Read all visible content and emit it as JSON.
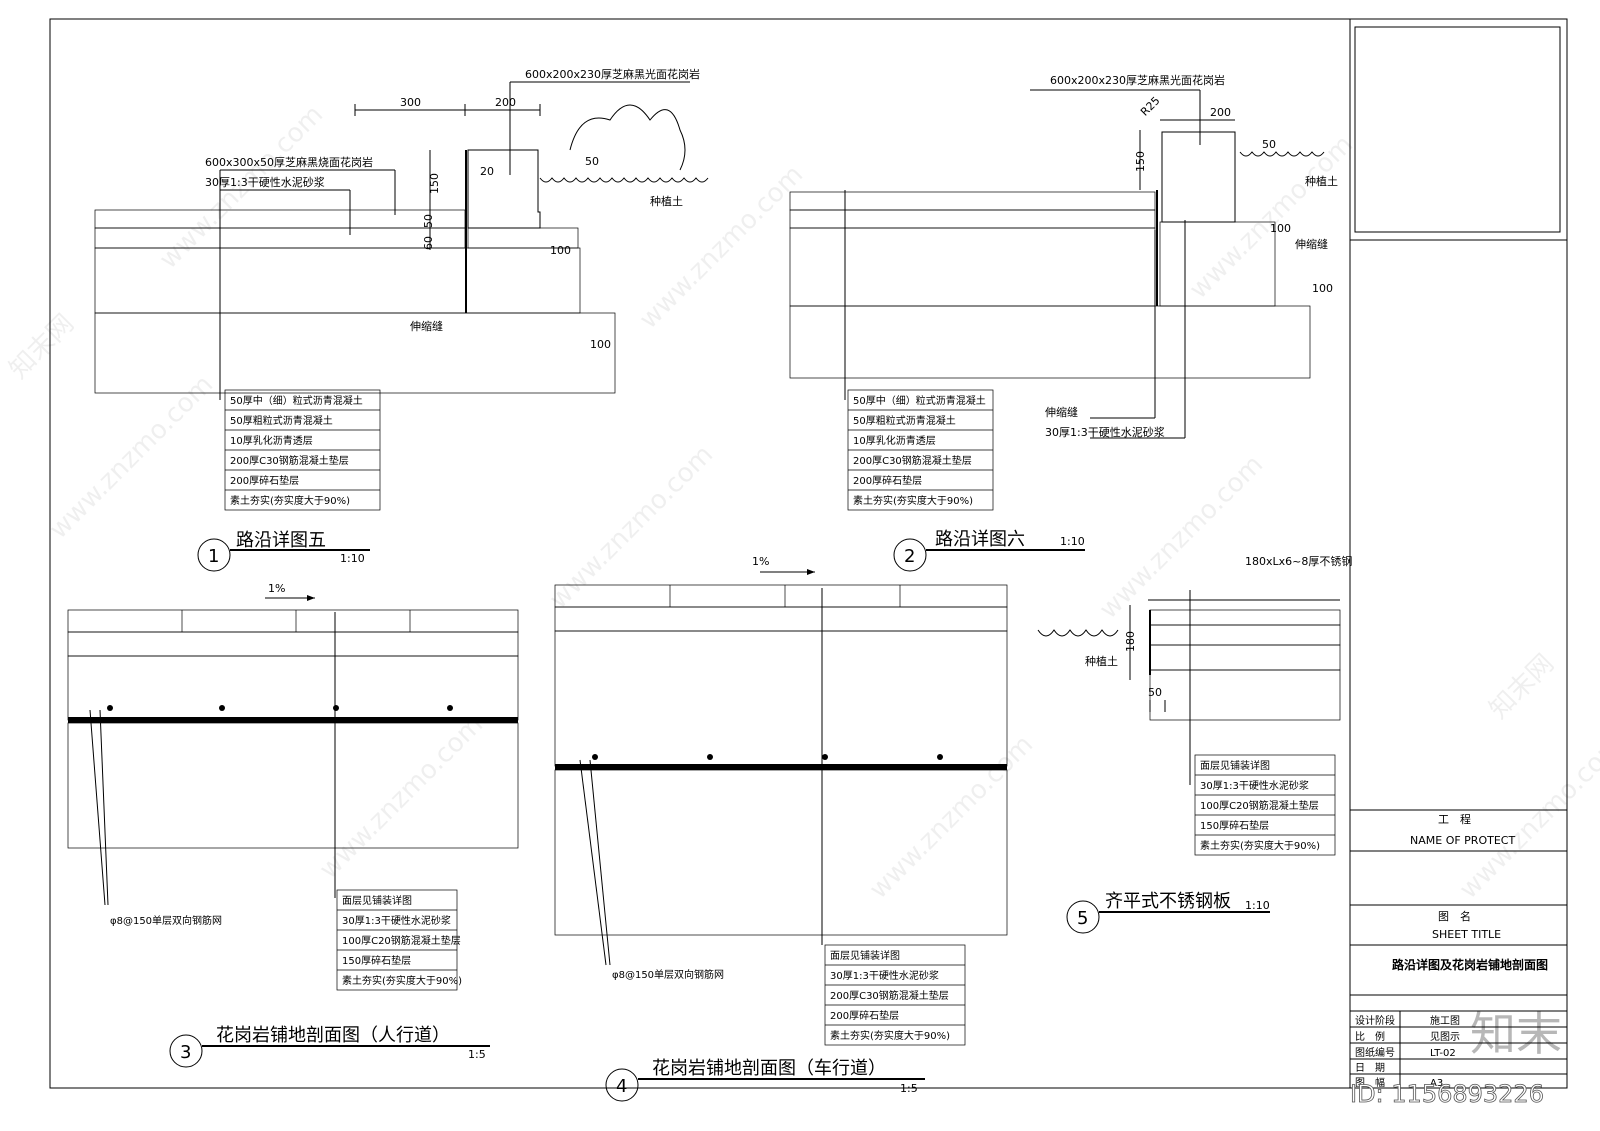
{
  "details": {
    "d1": {
      "number": "1",
      "title": "路沿详图五",
      "scale": "1:10",
      "top_label": "600x200x230厚芝麻黑光面花岗岩",
      "paver_label": "600x300x50厚芝麻黑烧面花岗岩",
      "mortar_label": "30厚1:3干硬性水泥砂浆",
      "soil_label": "种植土",
      "joint_label": "伸缩缝",
      "dims": [
        "300",
        "200",
        "150",
        "50",
        "60",
        "20",
        "50",
        "100",
        "100"
      ],
      "layers": [
        "50厚中（细）粒式沥青混凝土",
        "50厚粗粒式沥青混凝土",
        "10厚乳化沥青透层",
        "200厚C30钢筋混凝土垫层",
        "200厚碎石垫层",
        "素土夯实(夯实度大于90%)"
      ]
    },
    "d2": {
      "number": "2",
      "title": "路沿详图六",
      "scale": "1:10",
      "top_label": "600x200x230厚芝麻黑光面花岗岩",
      "soil_label": "种植土",
      "joint_label": "伸缩缝",
      "joint_label2": "伸缩缝",
      "mortar_label": "30厚1:3干硬性水泥砂浆",
      "dims": [
        "R25",
        "200",
        "150",
        "50",
        "100",
        "100"
      ],
      "layers": [
        "50厚中（细）粒式沥青混凝土",
        "50厚粗粒式沥青混凝土",
        "10厚乳化沥青透层",
        "200厚C30钢筋混凝土垫层",
        "200厚碎石垫层",
        "素土夯实(夯实度大于90%)"
      ]
    },
    "d3": {
      "number": "3",
      "title": "花岗岩铺地剖面图（人行道）",
      "scale": "1:5",
      "slope": "1%",
      "rebar_label": "φ8@150单层双向钢筋网",
      "layers": [
        "面层见铺装详图",
        "30厚1:3干硬性水泥砂浆",
        "100厚C20钢筋混凝土垫层",
        "150厚碎石垫层",
        "素土夯实(夯实度大于90%)"
      ]
    },
    "d4": {
      "number": "4",
      "title": "花岗岩铺地剖面图（车行道）",
      "scale": "1:5",
      "slope": "1%",
      "rebar_label": "φ8@150单层双向钢筋网",
      "layers": [
        "面层见铺装详图",
        "30厚1:3干硬性水泥砂浆",
        "200厚C30钢筋混凝土垫层",
        "200厚碎石垫层",
        "素土夯实(夯实度大于90%)"
      ]
    },
    "d5": {
      "number": "5",
      "title": "齐平式不锈钢板",
      "scale": "1:10",
      "top_label": "180xLx6~8厚不锈钢",
      "soil_label": "种植土",
      "dims": [
        "180",
        "50"
      ],
      "layers": [
        "面层见铺装详图",
        "30厚1:3干硬性水泥砂浆",
        "100厚C20钢筋混凝土垫层",
        "150厚碎石垫层",
        "素土夯实(夯实度大于90%)"
      ]
    }
  },
  "title_block": {
    "project_cn": "工　程",
    "project_en": "NAME  OF  PROTECT",
    "sheet_cn": "图　名",
    "sheet_en": "SHEET  TITLE",
    "sheet_title": "路沿详图及花岗岩铺地剖面图",
    "rows": [
      {
        "label": "设计阶段",
        "value": "施工图"
      },
      {
        "label": "比　例",
        "value": "见图示"
      },
      {
        "label": "图纸编号",
        "value": "LT-02"
      },
      {
        "label": "日　期",
        "value": ""
      },
      {
        "label": "图　幅",
        "value": "A3"
      }
    ]
  },
  "watermark": {
    "site": "www.znzmo.com",
    "brand": "知末网",
    "logo": "知末",
    "id_text": "ID: 1156893226"
  }
}
